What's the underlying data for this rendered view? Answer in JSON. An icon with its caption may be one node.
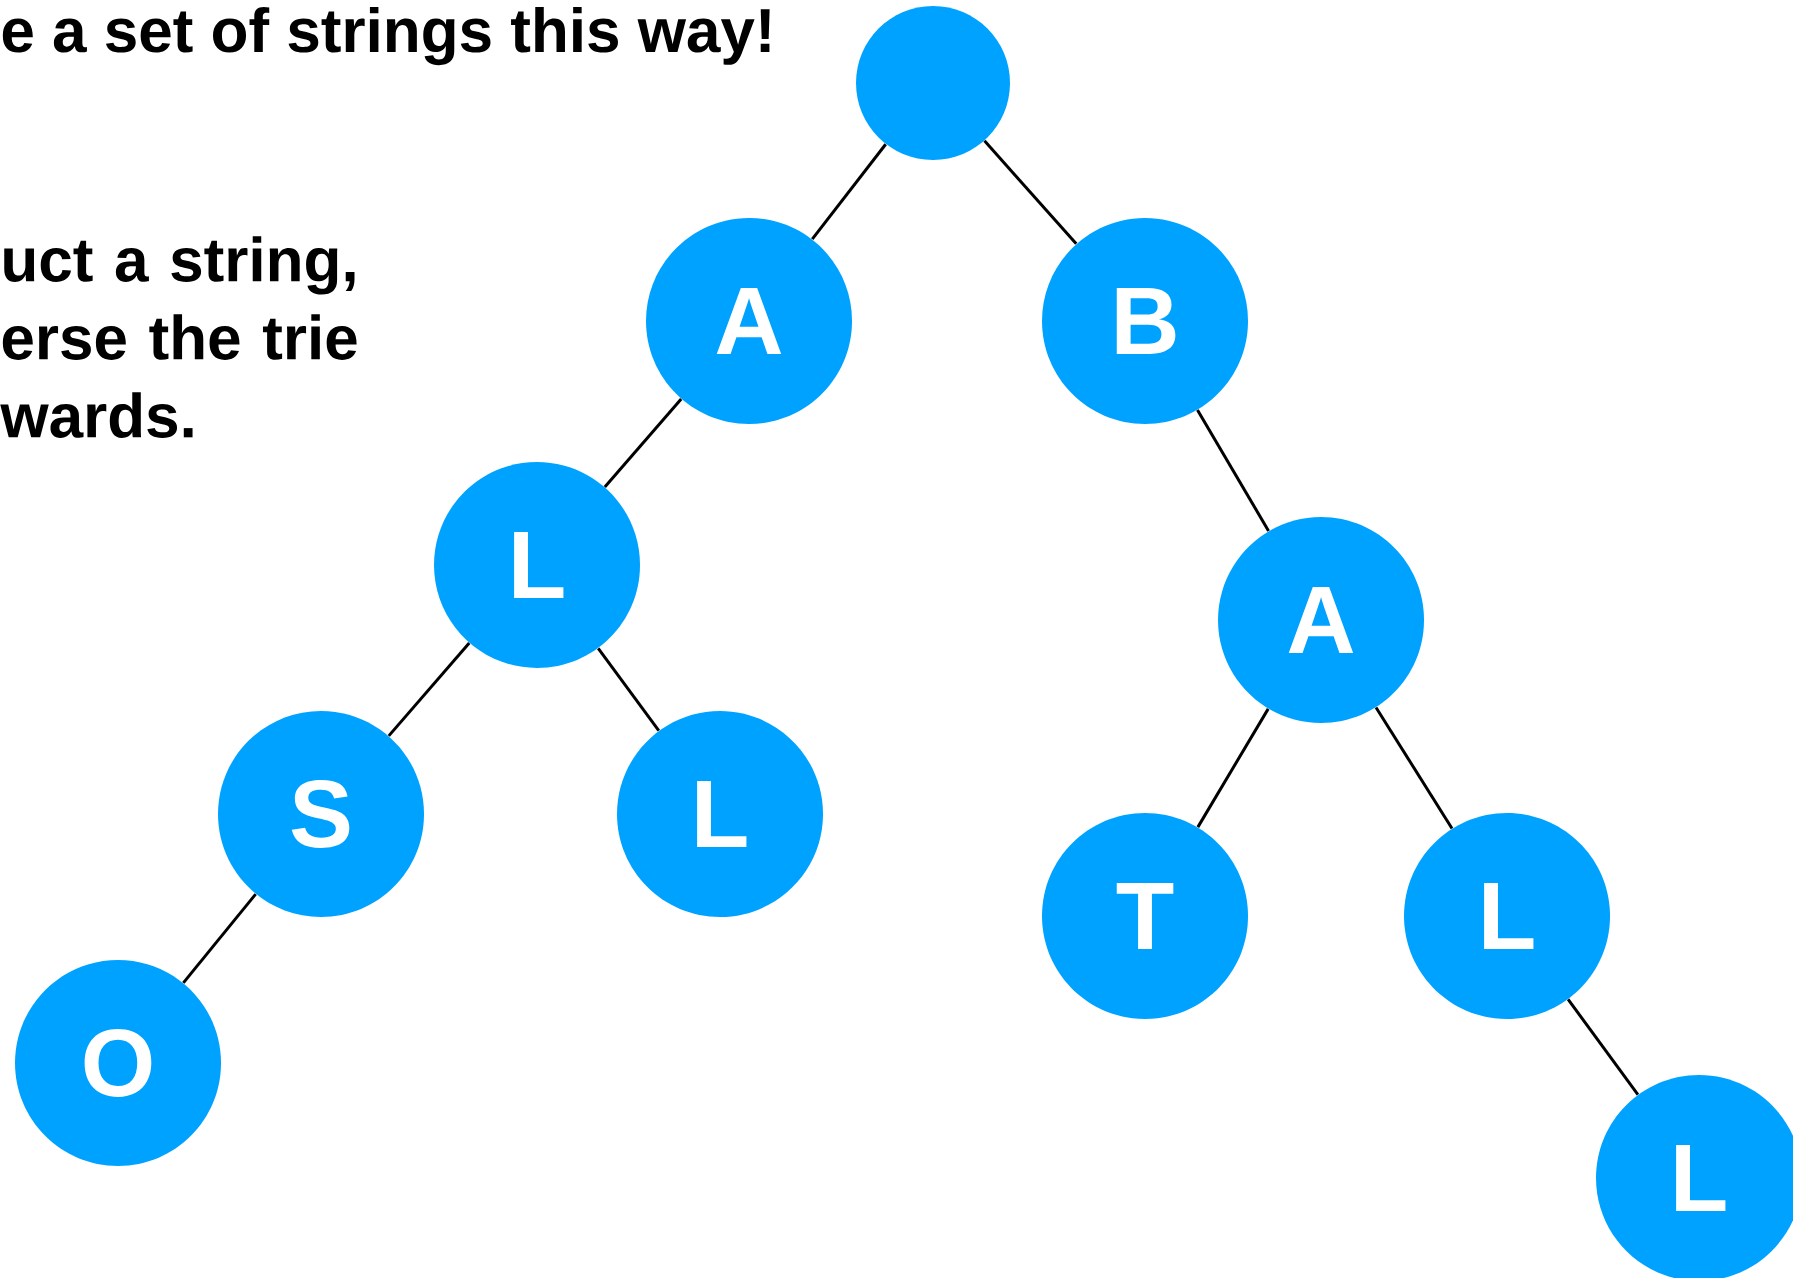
{
  "diagram": {
    "nodes": [
      {
        "text": [],
        "shape": "circle"
      },
      {
        "text": [
          "A"
        ]
      },
      {
        "text": [
          "B"
        ]
      },
      {
        "text": [
          "L"
        ]
      },
      {
        "text": [
          "A"
        ]
      },
      {
        "text": [
          "S"
        ]
      },
      {
        "text": [
          "L"
        ]
      },
      {
        "text": [
          "T"
        ]
      },
      {
        "text": [
          "L"
        ]
      },
      {
        "text": [
          "O"
        ]
      },
      {
        "text": [
          "L"
        ]
      }
    ],
    "edges": [
      {
        "from": 0,
        "to": 1,
        "arrow": "none"
      },
      {
        "from": 0,
        "to": 2,
        "arrow": "none"
      },
      {
        "from": 1,
        "to": 3,
        "arrow": "none"
      },
      {
        "from": 2,
        "to": 4,
        "arrow": "none"
      },
      {
        "from": 3,
        "to": 5,
        "arrow": "none"
      },
      {
        "from": 3,
        "to": 6,
        "arrow": "none"
      },
      {
        "from": 4,
        "to": 7,
        "arrow": "none"
      },
      {
        "from": 4,
        "to": 8,
        "arrow": "none"
      },
      {
        "from": 5,
        "to": 9,
        "arrow": "none"
      },
      {
        "from": 8,
        "to": 10,
        "arrow": "none"
      }
    ],
    "labels": [
      "e a set of strings this way!",
      "uct a string, erse the trie wards."
    ]
  }
}
